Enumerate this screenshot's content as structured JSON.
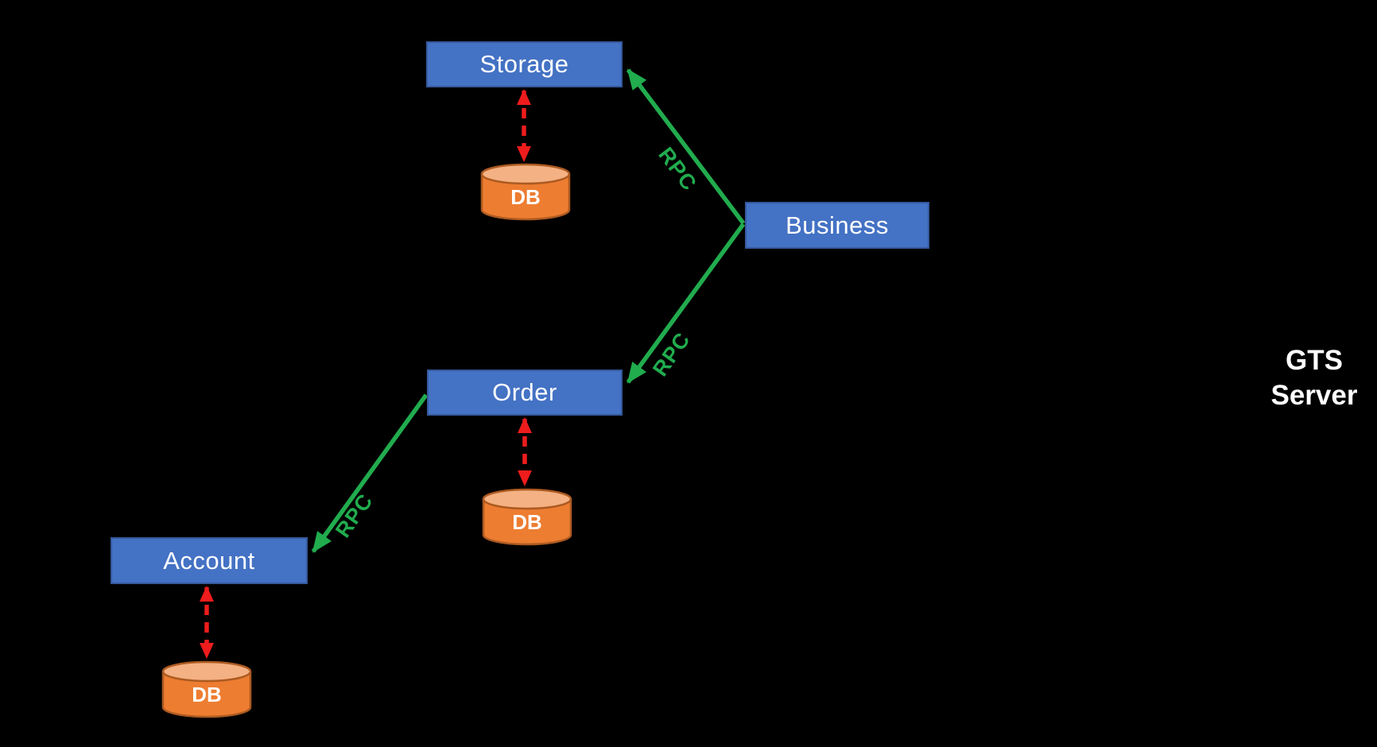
{
  "colors": {
    "canvas_bg": "#000000",
    "node_fill": "#4472C4",
    "node_border": "#35599C",
    "node_text": "#FFFFFF",
    "db_fill": "#ED7D31",
    "db_top": "#F4B183",
    "db_border": "#AC5A21",
    "db_text": "#FFFFFF",
    "rpc_green": "#21AC4E",
    "link_red": "#EE1C1C",
    "annotation_text": "#FFFFFF"
  },
  "nodes": {
    "storage": {
      "label": "Storage"
    },
    "business": {
      "label": "Business"
    },
    "order": {
      "label": "Order"
    },
    "account": {
      "label": "Account"
    }
  },
  "databases": {
    "storage": {
      "label": "DB",
      "icon": "database-cylinder"
    },
    "order": {
      "label": "DB",
      "icon": "database-cylinder"
    },
    "account": {
      "label": "DB",
      "icon": "database-cylinder"
    }
  },
  "edges": {
    "business_to_storage": {
      "label": "RPC",
      "style": "green-arrow"
    },
    "business_to_order": {
      "label": "RPC",
      "style": "green-arrow"
    },
    "order_to_account": {
      "label": "RPC",
      "style": "green-arrow"
    },
    "storage_to_db": {
      "style": "red-dashed-bidirectional"
    },
    "order_to_db": {
      "style": "red-dashed-bidirectional"
    },
    "account_to_db": {
      "style": "red-dashed-bidirectional"
    }
  },
  "annotation": {
    "gts_line1": "GTS",
    "gts_line2": "Server"
  }
}
